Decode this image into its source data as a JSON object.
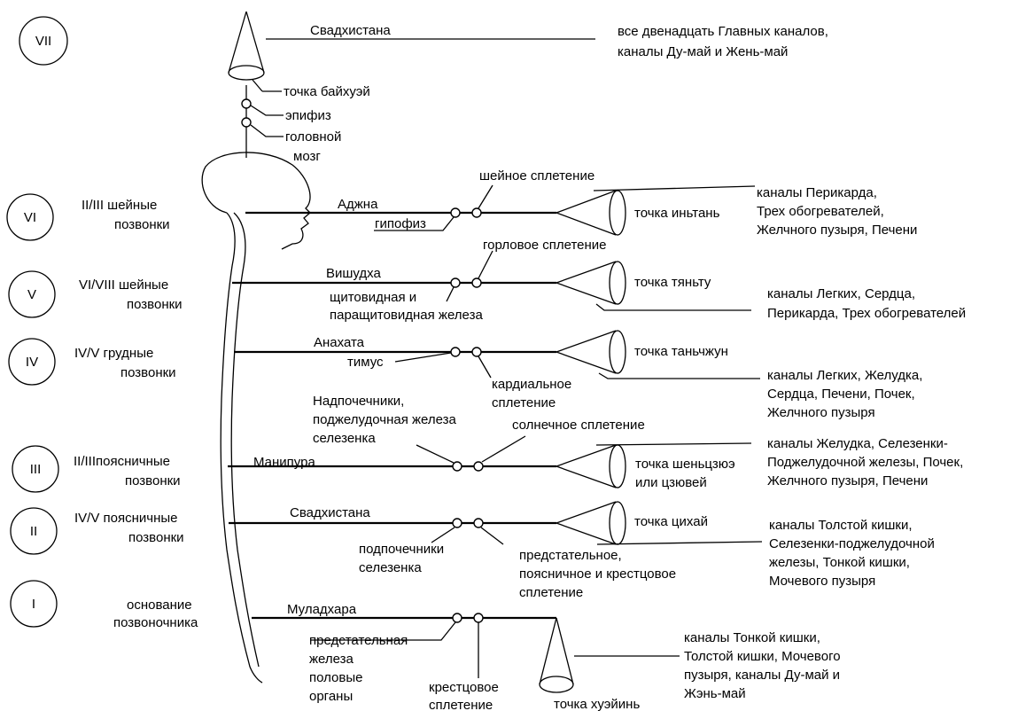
{
  "levels": [
    {
      "numeral": "VII",
      "vertebra": [],
      "chakra": "Свадхистана",
      "point": "точка байхуэй",
      "channels": [
        "все двенадцать Главных каналов,",
        "каналы Ду-май и Жень-май"
      ]
    },
    {
      "numeral": "VI",
      "vertebra": [
        "II/III  шейные",
        "позвонки"
      ],
      "chakra": "Аджна",
      "gland": "гипофиз",
      "plexus": "шейное сплетение",
      "point": "точка иньтань",
      "channels": [
        "каналы Перикарда,",
        "Трех обогревателей,",
        "Желчного пузыря, Печени"
      ]
    },
    {
      "numeral": "V",
      "vertebra": [
        "VI/VIII  шейные",
        "позвонки"
      ],
      "chakra": "Вишудха",
      "gland": [
        "щитовидная и",
        "паращитовидная железа"
      ],
      "plexus": "горловое сплетение",
      "point": "точка тяньту",
      "channels": [
        "каналы Легких, Сердца,",
        "Перикарда, Трех обогревателей"
      ]
    },
    {
      "numeral": "IV",
      "vertebra": [
        "IV/V  грудные",
        "позвонки"
      ],
      "chakra": "Анахата",
      "gland": "тимус",
      "plexus": [
        "кардиальное",
        "сплетение"
      ],
      "point": "точка таньчжун",
      "channels": [
        "каналы Легких, Желудка,",
        "Сердца, Печени, Почек,",
        "Желчного пузыря"
      ]
    },
    {
      "numeral": "III",
      "vertebra": [
        "II/IIIпоясничные",
        "позвонки"
      ],
      "chakra": "Манипура",
      "gland": [
        "Надпочечники,",
        "поджелудочная железа",
        "селезенка"
      ],
      "plexus": "солнечное сплетение",
      "point": [
        "точка шеньцзюэ",
        "или цзювей"
      ],
      "channels": [
        "каналы Желудка, Селезенки-",
        "Поджелудочной железы, Почек,",
        "Желчного пузыря, Печени"
      ]
    },
    {
      "numeral": "II",
      "vertebra": [
        "IV/V поясничные",
        "позвонки"
      ],
      "chakra": "Свадхистана",
      "gland": [
        "подпочечники",
        "селезенка"
      ],
      "plexus": [
        "предстательное,",
        "поясничное и крестцовое",
        "сплетение"
      ],
      "point": "точка цихай",
      "channels": [
        "каналы Толстой кишки,",
        "Селезенки-поджелудочной",
        "железы, Тонкой кишки,",
        "Мочевого пузыря"
      ]
    },
    {
      "numeral": "I",
      "vertebra": [
        "основание",
        "позвоночника"
      ],
      "chakra": "Муладхара",
      "gland": [
        "предстательная",
        "железа",
        "половые",
        "органы"
      ],
      "plexus": [
        "крестцовое",
        "сплетение"
      ],
      "point": "точка хуэйинь",
      "channels": [
        "каналы Тонкой кишки,",
        "Толстой кишки, Мочевого",
        "пузыря, каналы Ду-май и",
        "Жэнь-май"
      ]
    }
  ],
  "head": {
    "epiphysis": "эпифиз",
    "brain": [
      "головной",
      "мозг"
    ]
  }
}
